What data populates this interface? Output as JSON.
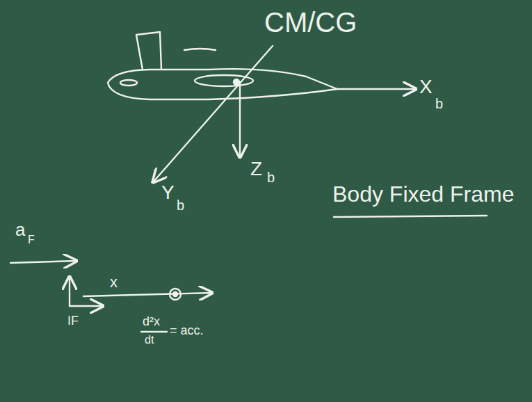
{
  "diagram": {
    "labels": [
      "CM/CG",
      "X",
      "b",
      "Y",
      "b",
      "Z",
      "b",
      "Body Fixed Frame",
      "a",
      "F",
      "x",
      "IF",
      "d²x",
      "dt",
      "= acc."
    ]
  }
}
